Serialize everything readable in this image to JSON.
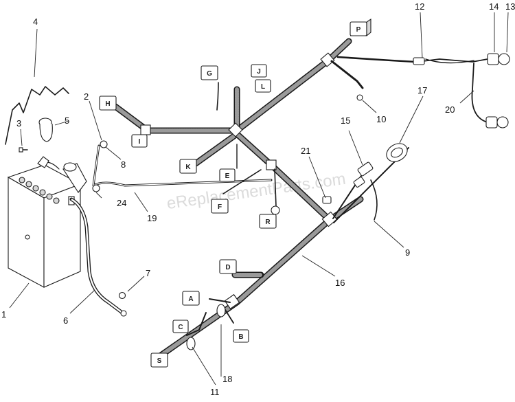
{
  "watermark": "eReplacementParts.com",
  "callouts": {
    "c1": "1",
    "c2": "2",
    "c3": "3",
    "c4": "4",
    "c5": "5",
    "c6": "6",
    "c7": "7",
    "c8": "8",
    "c9": "9",
    "c10": "10",
    "c11": "11",
    "c12": "12",
    "c13": "13",
    "c14": "14",
    "c15": "15",
    "c16": "16",
    "c17": "17",
    "c18": "18",
    "c19": "19",
    "c20": "20",
    "c21": "21",
    "c24": "24"
  },
  "connector_letters": {
    "P": "P",
    "G": "G",
    "J": "J",
    "L": "L",
    "H": "H",
    "I": "I",
    "K": "K",
    "E": "E",
    "F": "F",
    "R": "R",
    "D": "D",
    "A": "A",
    "B": "B",
    "C": "C",
    "S": "S"
  }
}
